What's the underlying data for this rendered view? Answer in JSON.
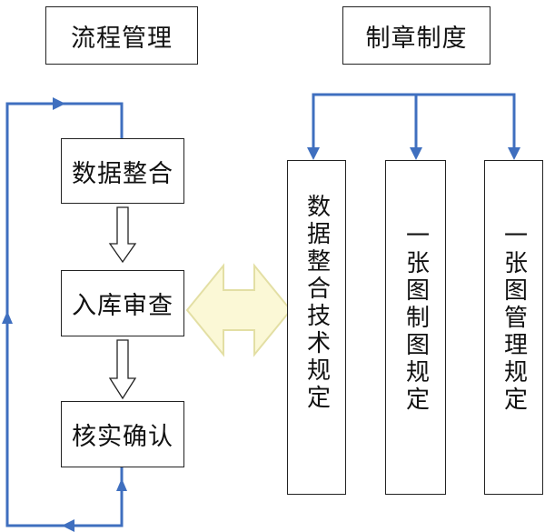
{
  "left_column": {
    "heading": "流程管理",
    "steps": [
      "数据整合",
      "入库审查",
      "核实确认"
    ]
  },
  "right_column": {
    "heading": "制章制度",
    "items": [
      "数据整合技术规定",
      "一张图制图规定",
      "一张图管理规定"
    ]
  },
  "colors": {
    "flow_arrow": "#3f6fbf",
    "double_arrow_fill": "#fbf8d6",
    "double_arrow_stroke": "#e3dfa4"
  }
}
